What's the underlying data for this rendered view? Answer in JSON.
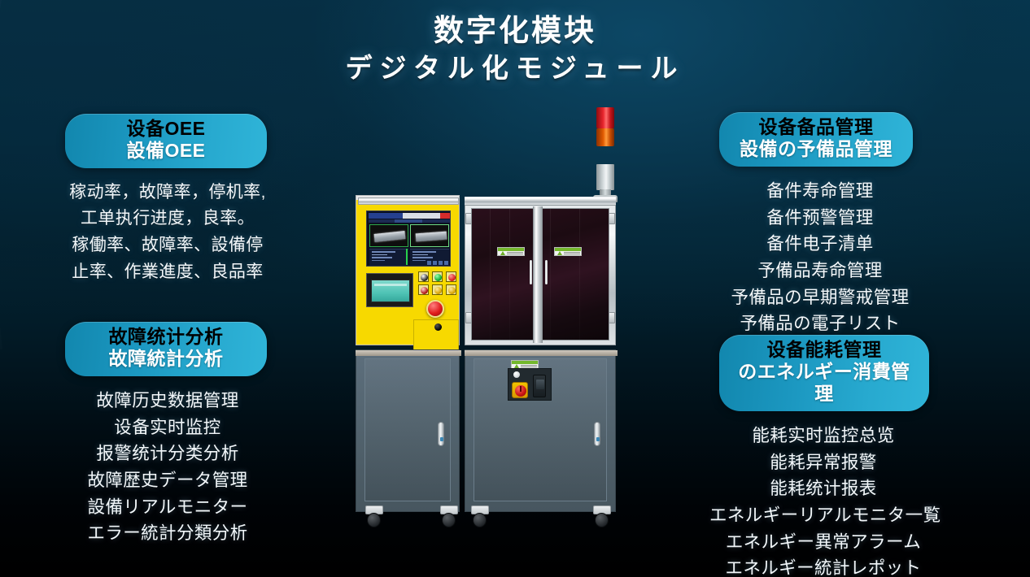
{
  "title": {
    "cn": "数字化模块",
    "jp": "デジタル化モジュール"
  },
  "colors": {
    "pill_start": "#1287ae",
    "pill_end": "#2fb4d8",
    "pill_text_cn": "#000000",
    "pill_text_jp": "#ffffff",
    "item_text": "#f2f7fa",
    "bg_top": "#06374f",
    "bg_bottom": "#000000"
  },
  "panels": [
    {
      "id": "equipment-oee",
      "header_cn": "设备OEE",
      "header_jp": "設備OEE",
      "items": [
        "稼动率，故障率，停机率,",
        "工单执行进度，良率。",
        "稼働率、故障率、設備停",
        "止率、作業進度、良品率"
      ]
    },
    {
      "id": "fault-statistics-analysis",
      "header_cn": "故障统计分析",
      "header_jp": "故障統計分析",
      "items": [
        "故障历史数据管理",
        "设备实时监控",
        "报警统计分类分析",
        "故障歴史データ管理",
        "設備リアルモニター",
        "エラー統計分類分析"
      ]
    },
    {
      "id": "equipment-spare-parts-management",
      "header_cn": "设备备品管理",
      "header_jp": "設備の予備品管理",
      "items": [
        "备件寿命管理",
        "备件预警管理",
        "备件电子清单",
        "予備品寿命管理",
        "予備品の早期警戒管理",
        "予備品の電子リスト"
      ]
    },
    {
      "id": "equipment-energy-consumption-management",
      "header_cn": "设备能耗管理",
      "header_jp": "のエネルギー消費管理",
      "items": [
        "能耗实时监控总览",
        "能耗异常报警",
        "能耗统计报表",
        "エネルギーリアルモニタ一覧",
        "エネルギー異常アラーム",
        "エネルギー統計レポット"
      ]
    }
  ],
  "machine": {
    "name": "industrial-inspection-machine-photo",
    "stack_light": [
      "red",
      "amber",
      "green"
    ],
    "hmi": {
      "vision_views": 2,
      "indicator_buttons": [
        "black",
        "green",
        "red",
        "red",
        "amber",
        "amber"
      ],
      "emergency_stop": "red"
    },
    "enclosure": {
      "doors": 2,
      "warning_labels": 2
    },
    "base_cabinets": 2,
    "casters": 4
  }
}
